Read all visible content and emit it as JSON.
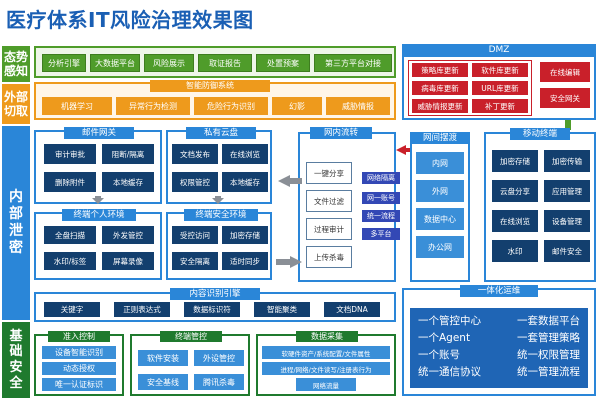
{
  "title": "医疗体系IT风险治理效果图",
  "rows": {
    "situation": "态势\n感知",
    "outer": "外部\n切取",
    "inner": "内\n部\n泄\n密",
    "base": "基\n础\n安\n全"
  },
  "situation_items": [
    "分析引擎",
    "大数据平台",
    "风险展示",
    "取证报告",
    "处置预案",
    "第三方平台对接"
  ],
  "smart_defense": {
    "header": "智能防御系统",
    "items": [
      "机器学习",
      "异常行为检测",
      "危险行为识别",
      "幻影",
      "威胁情报"
    ]
  },
  "mail_gateway": {
    "header": "邮件网关",
    "items": [
      "审计审批",
      "阻断/隔离",
      "删除附件",
      "本地缓存"
    ]
  },
  "private_cloud": {
    "header": "私有云盘",
    "items": [
      "文档发布",
      "在线浏览",
      "权限管控",
      "本地缓存"
    ]
  },
  "intranet_flow": {
    "header": "网内流转",
    "items": [
      "一键分享",
      "文件过滤",
      "过程审计",
      "上传杀毒"
    ]
  },
  "transfer_tags": [
    "网络隔离",
    "网一账号",
    "统一流程",
    "多平台"
  ],
  "personal_env": {
    "header": "终端个人环境",
    "items": [
      "全盘扫描",
      "外发管控",
      "水印/标签",
      "屏幕录像"
    ]
  },
  "terminal_env": {
    "header": "终端安全环境",
    "items": [
      "受控访问",
      "加密存储",
      "安全隔离",
      "适时同步"
    ]
  },
  "dmz": {
    "header": "DMZ",
    "items": [
      "策略库更新",
      "软件库更新",
      "病毒库更新",
      "URL库更新",
      "威胁情报更新",
      "补丁更新"
    ],
    "side": [
      "在线编辑",
      "安全网关"
    ]
  },
  "net_isolation": {
    "header": "网间摆渡",
    "items": [
      "内网",
      "外网",
      "数据中心",
      "办公网"
    ]
  },
  "mobile": {
    "header": "移动终端",
    "items": [
      "加密存储",
      "加密传输",
      "云盘分享",
      "应用管理",
      "在线浏览",
      "设备管理",
      "水印",
      "邮件安全"
    ]
  },
  "content_engine": {
    "header": "内容识别引擎",
    "items": [
      "关键字",
      "正则表达式",
      "数据标识符",
      "智能聚类",
      "文档DNA"
    ]
  },
  "unified": {
    "header": "一体化运维",
    "lines": [
      [
        "一个管控中心",
        "一套数据平台"
      ],
      [
        "一个Agent",
        "一套管理策略"
      ],
      [
        "一个账号",
        "统一权限管理"
      ],
      [
        "统一通信协议",
        "统一管理流程"
      ]
    ]
  },
  "access_control": {
    "header": "准入控制",
    "items": [
      "设备智能识别",
      "动态授权",
      "唯一认证标识"
    ]
  },
  "terminal_mgmt": {
    "header": "终端管控",
    "items": [
      "软件安装",
      "外设管控",
      "安全基线",
      "腾讯杀毒"
    ]
  },
  "data_collect": {
    "header": "数据采集",
    "items": [
      "软硬件资产/系统配置/文件属性",
      "进程/网络/文件读写/注册表行为",
      "网络流量"
    ]
  }
}
